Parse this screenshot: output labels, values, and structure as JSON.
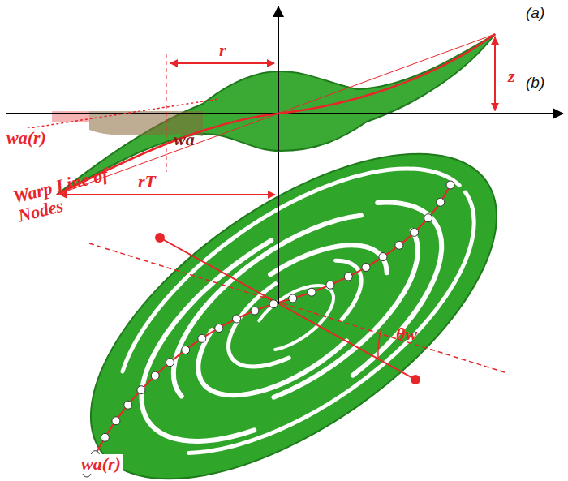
{
  "diagram": {
    "labels": [
      "(a)",
      "r",
      "z",
      "wa(r)",
      "wa",
      "rT",
      "(b)",
      "Warp Line of Nodes",
      "θw",
      "wa(r)"
    ]
  }
}
